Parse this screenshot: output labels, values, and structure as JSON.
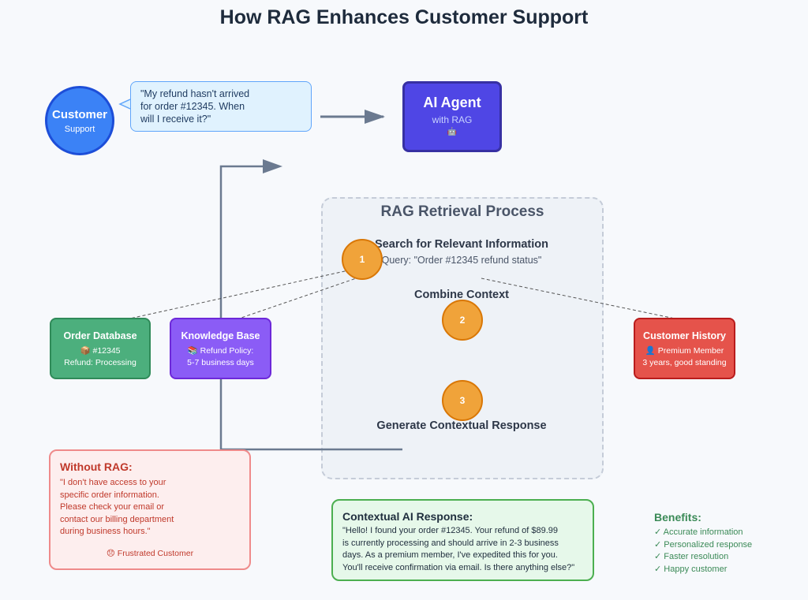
{
  "title": "How RAG Enhances Customer Support",
  "customer": {
    "title": "Customer",
    "subtitle": "Support"
  },
  "question_bubble": {
    "lines": [
      "\"My refund hasn't arrived",
      "for order #12345. When",
      "will I receive it?\""
    ]
  },
  "agent": {
    "title": "AI Agent",
    "subtitle": "with RAG",
    "icon": "🤖"
  },
  "rag": {
    "title": "RAG Retrieval Process",
    "steps": [
      {
        "number": "1",
        "title": "Search for Relevant Information",
        "subtitle": "Query: \"Order #12345 refund status\""
      },
      {
        "number": "2",
        "title": "Combine Context",
        "subtitle": ""
      },
      {
        "number": "3",
        "title": "Generate Contextual Response",
        "subtitle": ""
      }
    ]
  },
  "sources": {
    "order_db": {
      "title": "Order Database",
      "line1": "📦 #12345",
      "line2": "Refund: Processing",
      "color": "#4caf7d"
    },
    "knowledge_base": {
      "title": "Knowledge Base",
      "line1": "📚 Refund Policy:",
      "line2": "5-7 business days",
      "color": "#8b5cf6"
    },
    "customer_history": {
      "title": "Customer History",
      "line1": "👤 Premium Member",
      "line2": "3 years, good standing",
      "color": "#e5534b"
    }
  },
  "without_rag": {
    "title": "Without RAG:",
    "lines": [
      "\"I don't have access to your",
      "specific order information.",
      "Please check your email or",
      "contact our billing department",
      "during business hours.\""
    ],
    "footer": "😞 Frustrated Customer"
  },
  "with_rag": {
    "title": "Contextual AI Response:",
    "lines": [
      "\"Hello! I found your order #12345. Your refund of $89.99",
      "is currently processing and should arrive in 2-3 business",
      "days. As a premium member, I've expedited this for you.",
      "You'll receive confirmation via email. Is there anything else?\""
    ]
  },
  "benefits": {
    "title": "Benefits:",
    "items": [
      "✓ Accurate information",
      "✓ Personalized response",
      "✓ Faster resolution",
      "✓ Happy customer"
    ]
  },
  "colors": {
    "customer": "#3b82f6",
    "agent": "#4f46e5",
    "step": "#f0a33a",
    "arrow": "#6b7a90",
    "without_rag": "#c0392b",
    "with_rag": "#4caf50"
  }
}
